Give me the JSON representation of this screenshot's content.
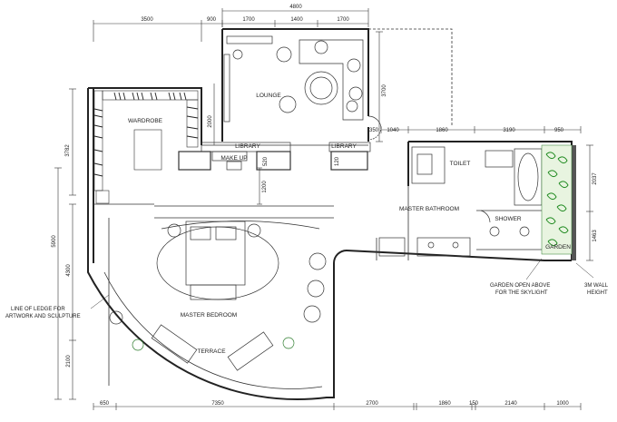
{
  "dimensions": {
    "top_total": "4800",
    "top_a": "3500",
    "top_b": "900",
    "top_c": "1700",
    "top_d": "1400",
    "top_e": "1700",
    "lounge_depth": "3700",
    "lounge_wall": "2000",
    "library_gap": "1200",
    "wardrobe_height": "3782",
    "left_total": "5900",
    "left_mid": "4300",
    "left_low": "2100",
    "bath_a": "1860",
    "bath_b": "3190",
    "bath_c": "950",
    "small_a": "350",
    "small_b": "1040",
    "right_a": "2037",
    "right_b": "1463",
    "makeup_small": "520",
    "lib_small": "120",
    "bottom_a": "650",
    "bottom_b": "7350",
    "bottom_c": "2700",
    "bottom_d": "1860",
    "bottom_e": "150",
    "bottom_f": "2140",
    "bottom_g": "1000"
  },
  "rooms": {
    "lounge": "LOUNGE",
    "wardrobe": "WARDROBE",
    "library_left": "LIBRARY",
    "library_right": "LIBRARY",
    "makeup": "MAKE UP",
    "toilet": "TOILET",
    "master_bathroom": "MASTER BATHROOM",
    "shower": "SHOWER",
    "master_bedroom": "MASTER BEDROOM",
    "terrace": "TERRACE",
    "garden": "GARDEN"
  },
  "notes": {
    "ledge_line1": "LINE OF LEDGE FOR",
    "ledge_line2": "ARTWORK AND SCULPTURE",
    "garden_line1": "GARDEN OPEN ABOVE",
    "garden_line2": "FOR THE SKYLIGHT",
    "wall_line1": "3M WALL",
    "wall_line2": "HEIGHT"
  }
}
